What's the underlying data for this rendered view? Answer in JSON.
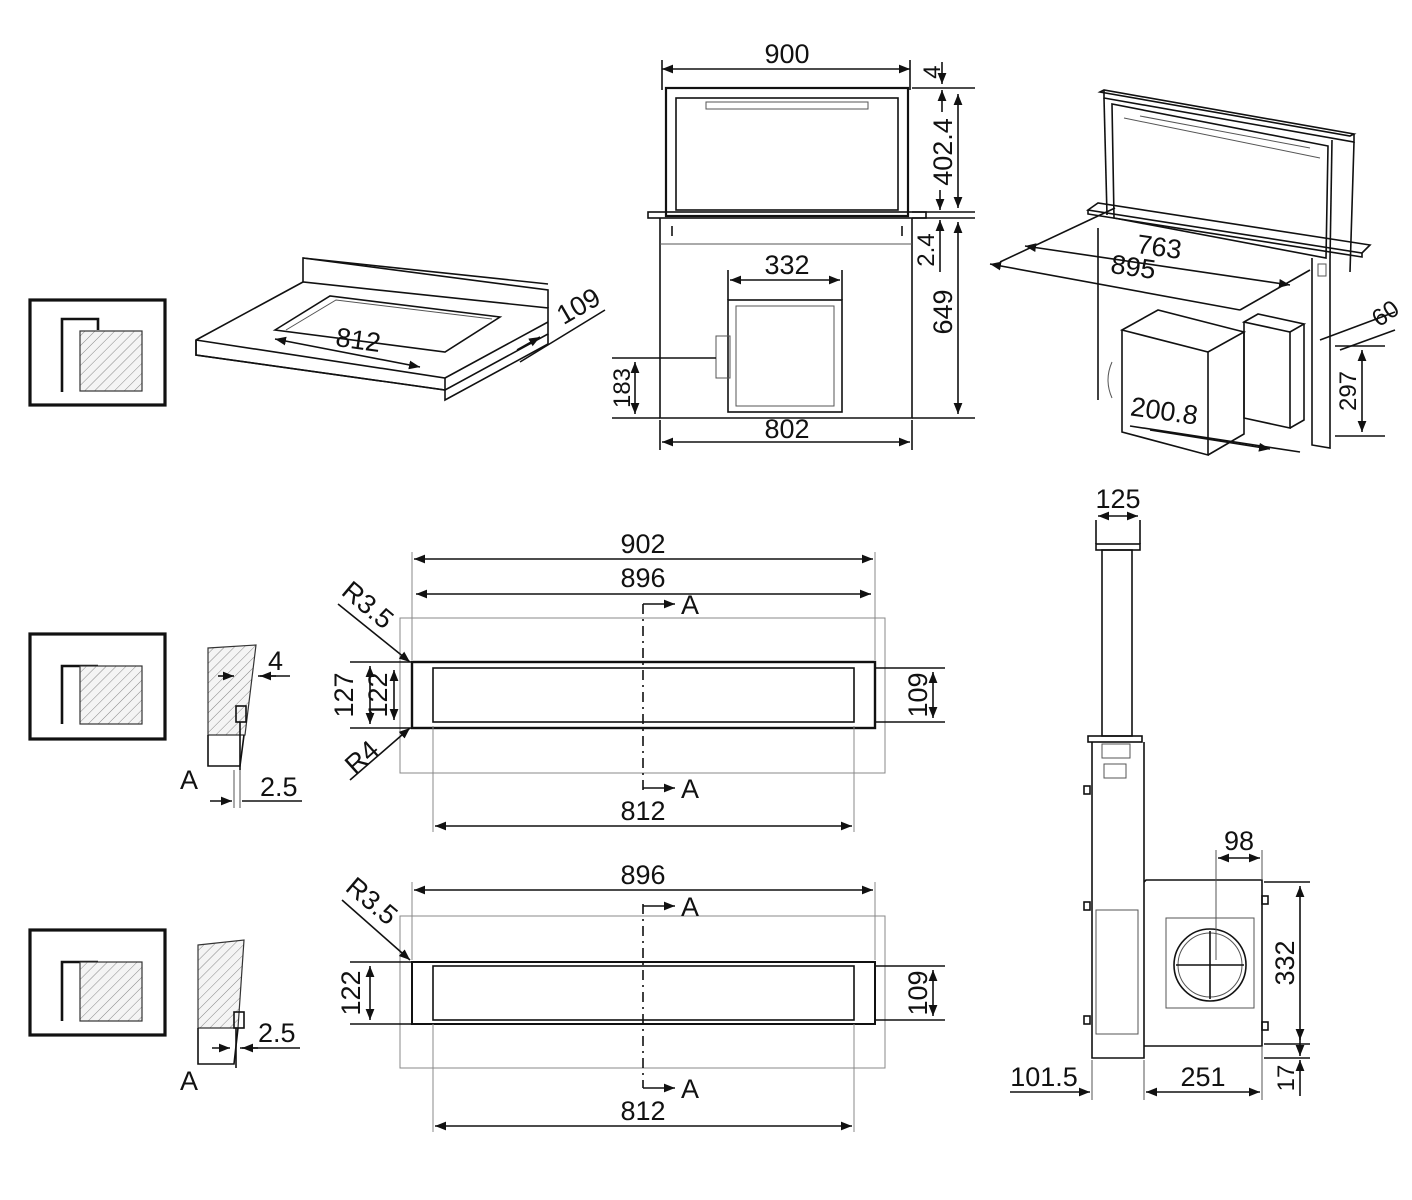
{
  "dimensions": {
    "top_view": [
      "900",
      "4",
      "402.4",
      "2.4",
      "649",
      "332",
      "183",
      "802"
    ],
    "iso_worktop": [
      "812",
      "109"
    ],
    "iso_hood": [
      "763",
      "895",
      "60",
      "297",
      "200.8"
    ],
    "section_view": [
      "125",
      "98",
      "332",
      "101.5",
      "251",
      "17"
    ],
    "cutout_1": [
      "902",
      "896",
      "R3.5",
      "127",
      "122",
      "R4",
      "109",
      "812",
      "4",
      "2.5"
    ],
    "cutout_2": [
      "896",
      "R3.5",
      "122",
      "109",
      "812",
      "2.5"
    ]
  },
  "section_markers": {
    "label": "A"
  }
}
